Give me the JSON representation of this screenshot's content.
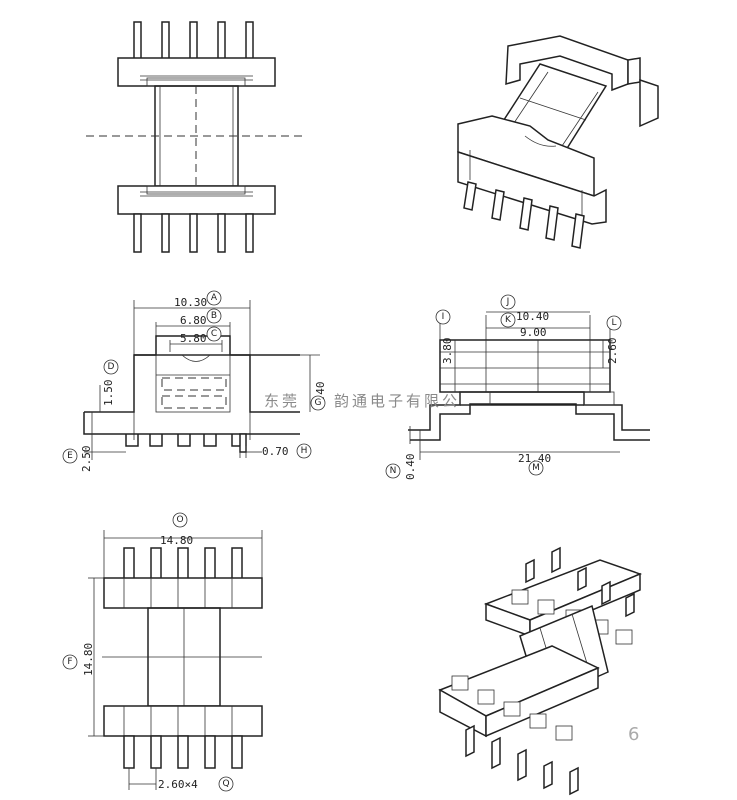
{
  "drawing": {
    "watermark": "东莞",
    "watermark2": "韵通电子有限公",
    "page_number": "6",
    "front_view": {
      "dims": {
        "A": "10.30",
        "B": "6.80",
        "C": "5.80",
        "D": "1.50",
        "G": "3.40",
        "E": "2.50",
        "H": "0.70"
      },
      "labels": {
        "A": "A",
        "B": "B",
        "C": "C",
        "D": "D",
        "G": "G",
        "E": "E",
        "H": "H"
      }
    },
    "side_view": {
      "dims": {
        "J": "10.40",
        "K": "9.00",
        "I": "3.80",
        "L": "2.60",
        "M": "21.40",
        "N": "0.40"
      },
      "labels": {
        "I": "I",
        "J": "J",
        "K": "K",
        "L": "L",
        "M": "M",
        "N": "N"
      }
    },
    "bottom_view": {
      "dims": {
        "O": "14.80",
        "F": "14.80",
        "Q": "2.60×4"
      },
      "labels": {
        "O": "O",
        "F": "F",
        "Q": "Q"
      }
    }
  }
}
